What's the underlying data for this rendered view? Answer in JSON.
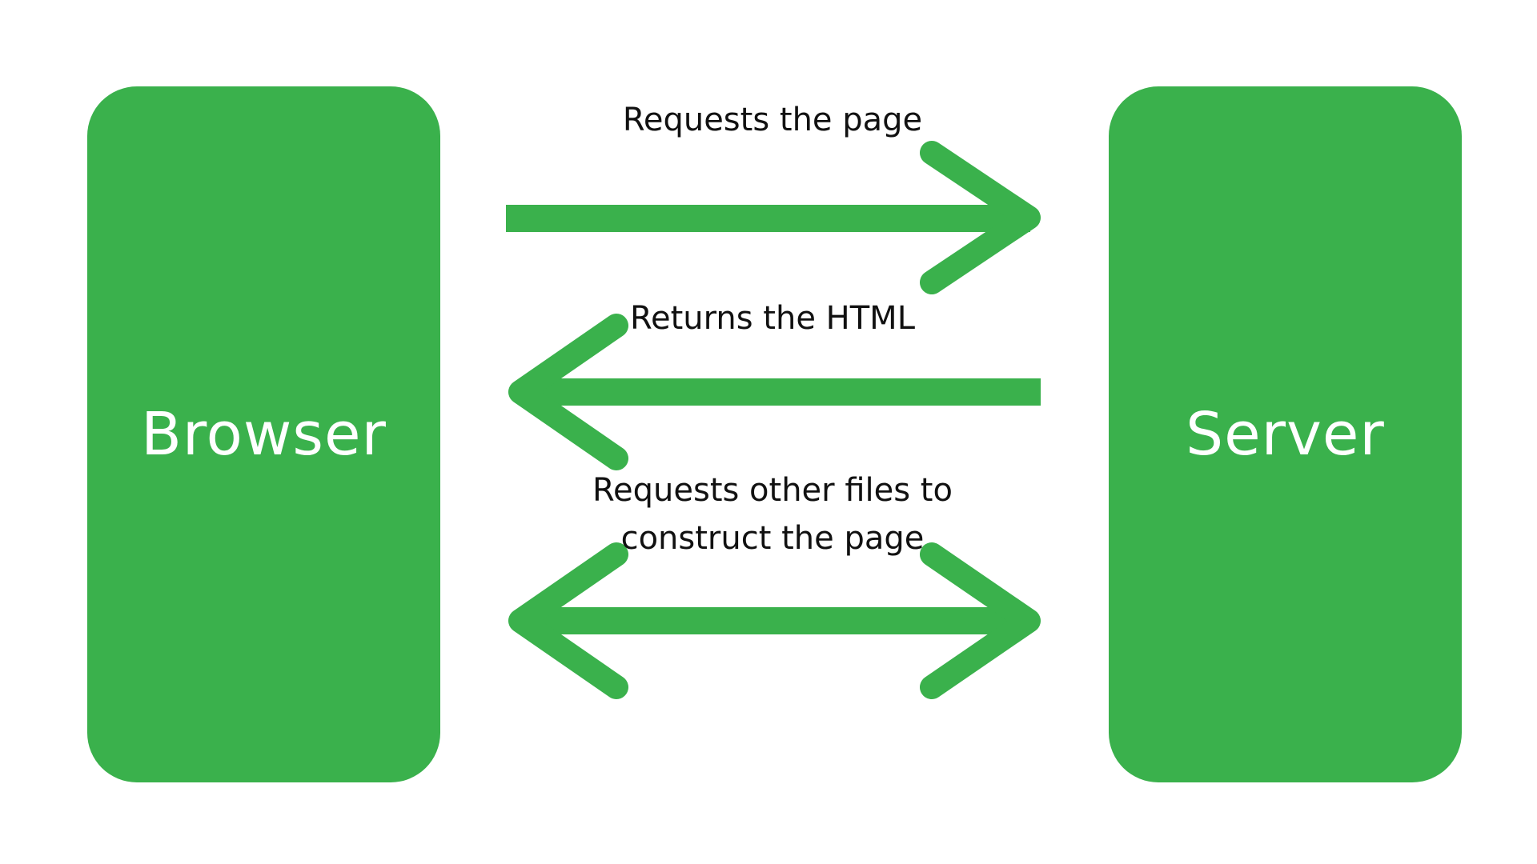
{
  "colors": {
    "accent": "#3ab14c",
    "node_text": "#ffffff",
    "label_text": "#111111",
    "background": "#ffffff"
  },
  "nodes": {
    "browser": "Browser",
    "server": "Server"
  },
  "edges": [
    {
      "label": "Requests the page",
      "direction": "browser-to-server"
    },
    {
      "label": "Returns the HTML",
      "direction": "server-to-browser"
    },
    {
      "label": "Requests other files to construct the page",
      "direction": "bidirectional"
    }
  ]
}
